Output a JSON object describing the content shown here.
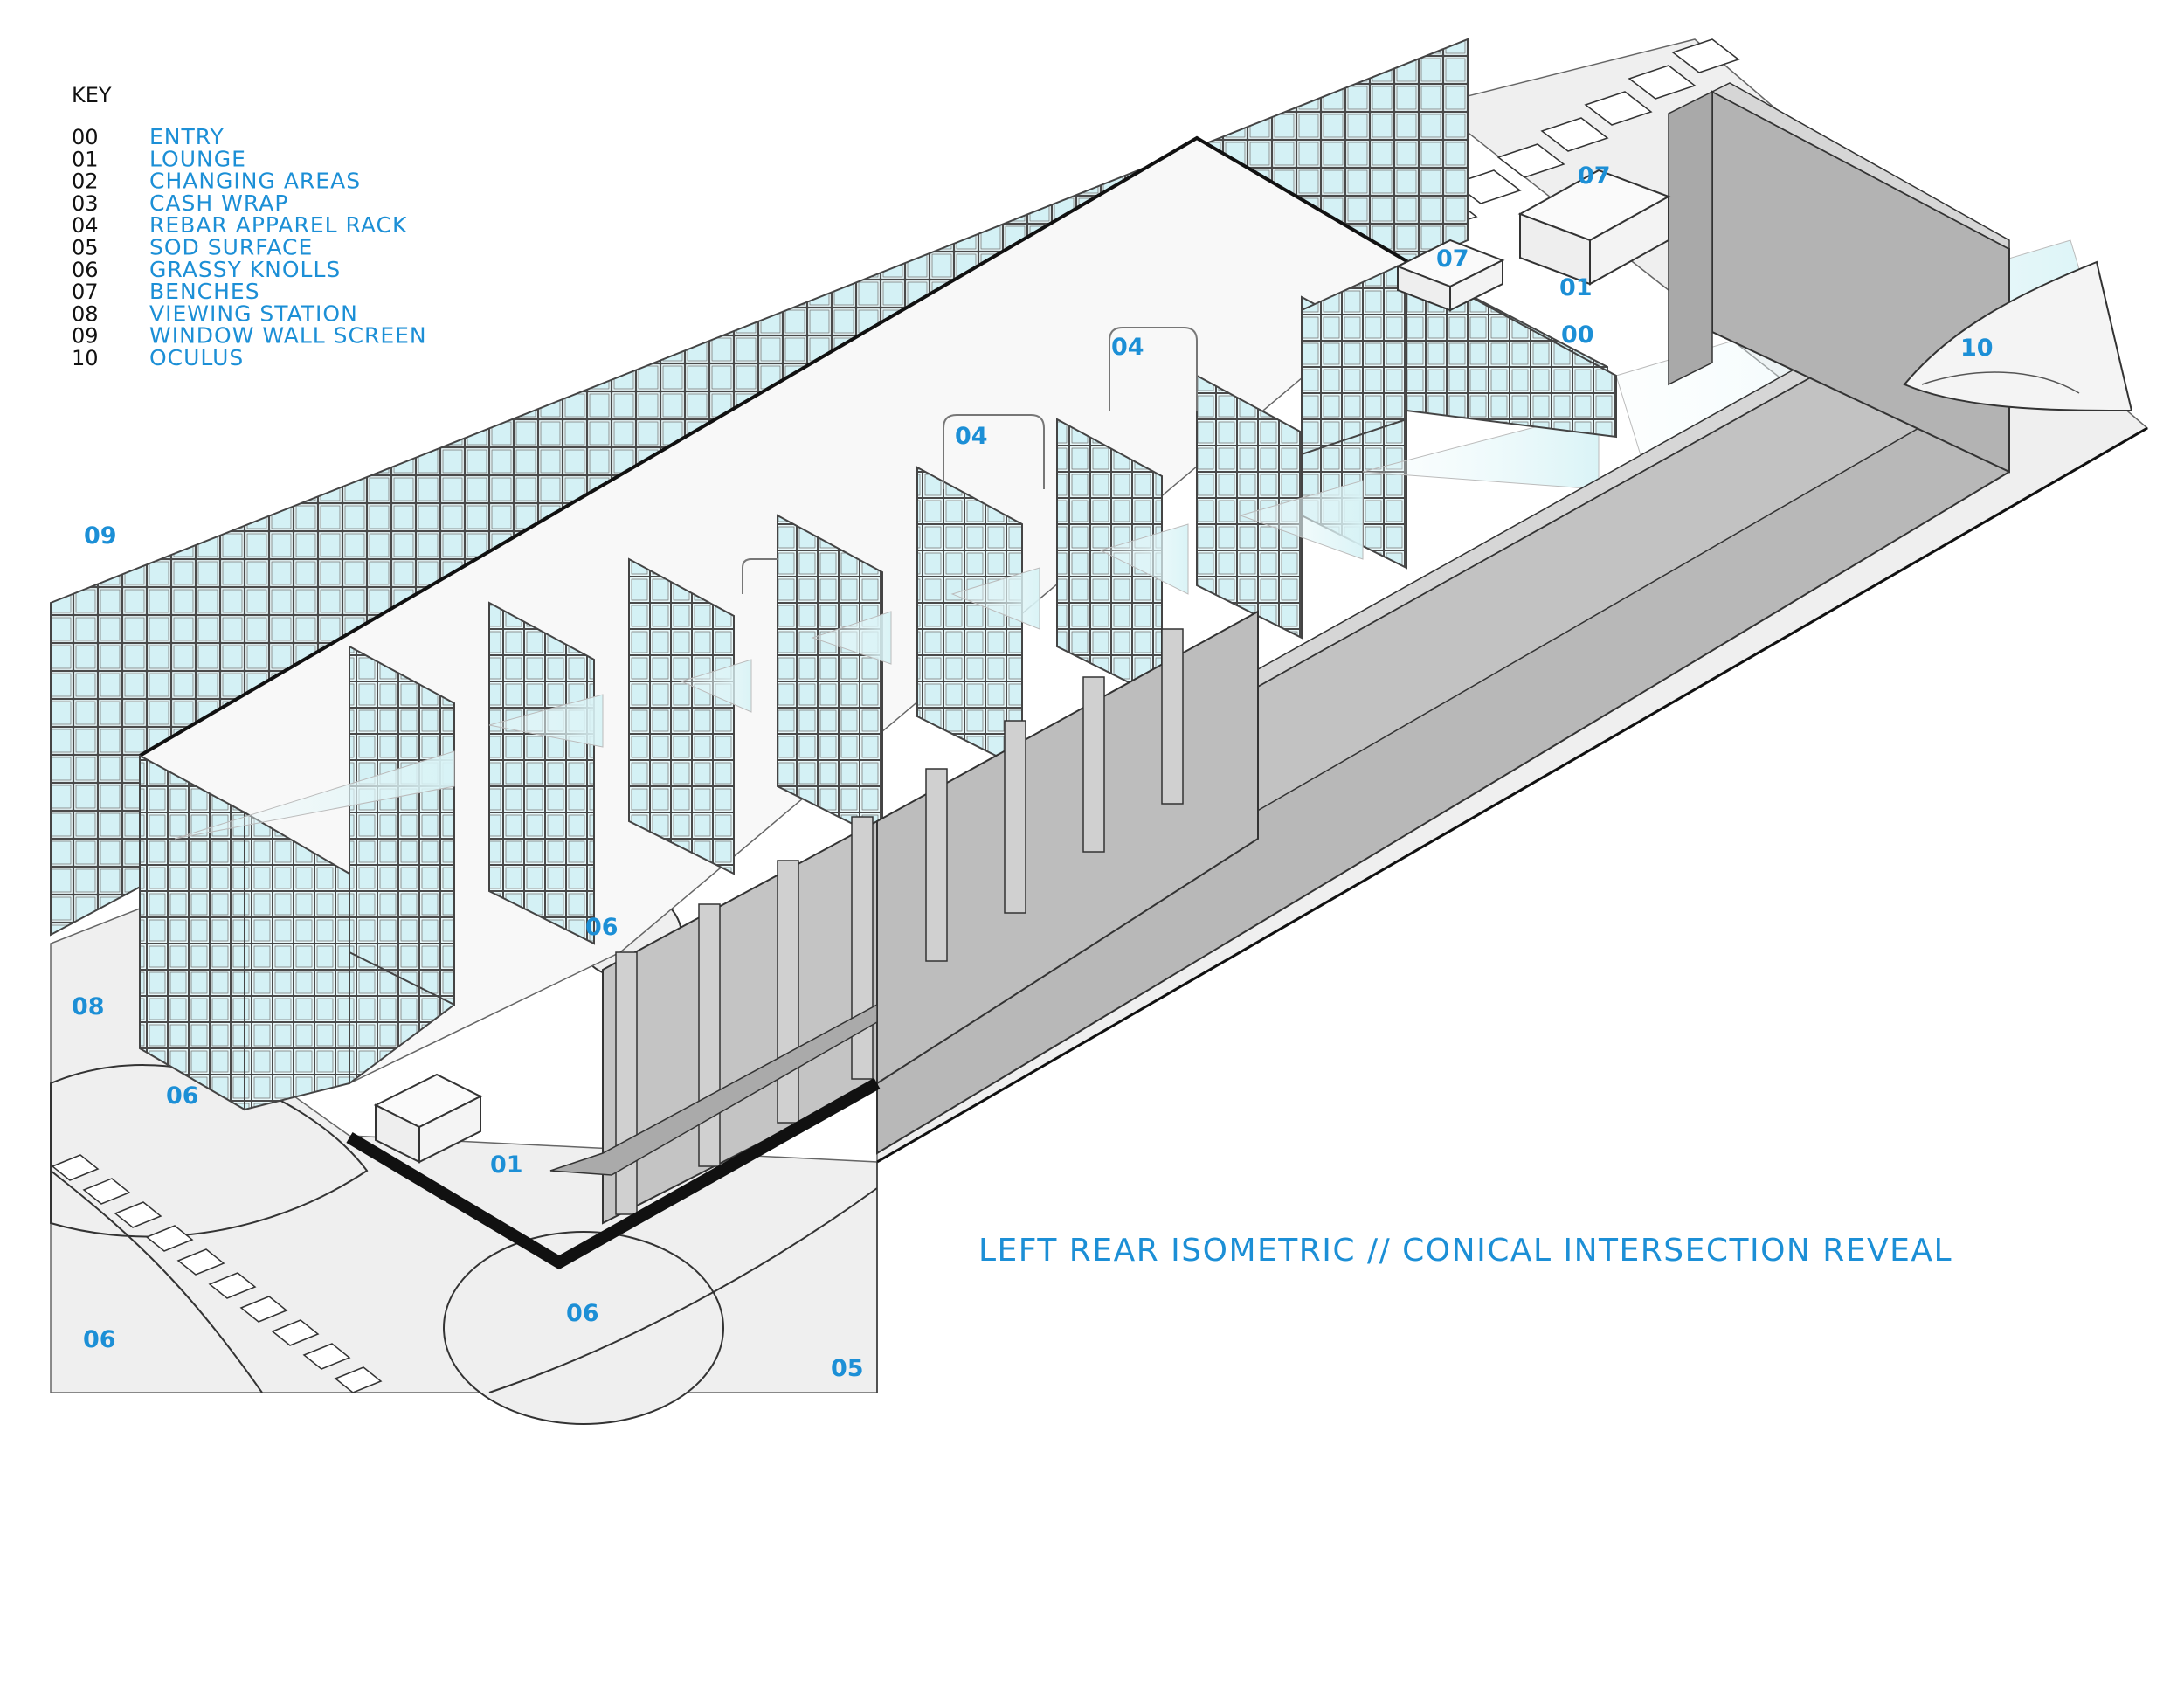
{
  "key": {
    "title": "KEY",
    "entries": [
      {
        "num": "00",
        "label": "ENTRY"
      },
      {
        "num": "01",
        "label": "LOUNGE"
      },
      {
        "num": "02",
        "label": "CHANGING AREAS"
      },
      {
        "num": "03",
        "label": "CASH WRAP"
      },
      {
        "num": "04",
        "label": "REBAR APPAREL RACK"
      },
      {
        "num": "05",
        "label": "SOD SURFACE"
      },
      {
        "num": "06",
        "label": "GRASSY KNOLLS"
      },
      {
        "num": "07",
        "label": "BENCHES"
      },
      {
        "num": "08",
        "label": "VIEWING STATION"
      },
      {
        "num": "09",
        "label": "WINDOW WALL SCREEN"
      },
      {
        "num": "10",
        "label": "OCULUS"
      }
    ]
  },
  "callouts": {
    "c00": "00",
    "c01_upper": "01",
    "c01_lower": "01",
    "c04_upper": "04",
    "c04_lower": "04",
    "c05": "05",
    "c06_left": "06",
    "c06_mid": "06",
    "c06_front": "06",
    "c06_corner": "06",
    "c07_upper": "07",
    "c07_lower": "07",
    "c08": "08",
    "c09": "09",
    "c10": "10"
  },
  "caption": "LEFT REAR ISOMETRIC // CONICAL INTERSECTION REVEAL",
  "colors": {
    "accent": "#1c8fd6",
    "wall": "#b8b8b8",
    "ground": "#efefef",
    "glass": "#eaf9fb",
    "line": "#333333"
  }
}
